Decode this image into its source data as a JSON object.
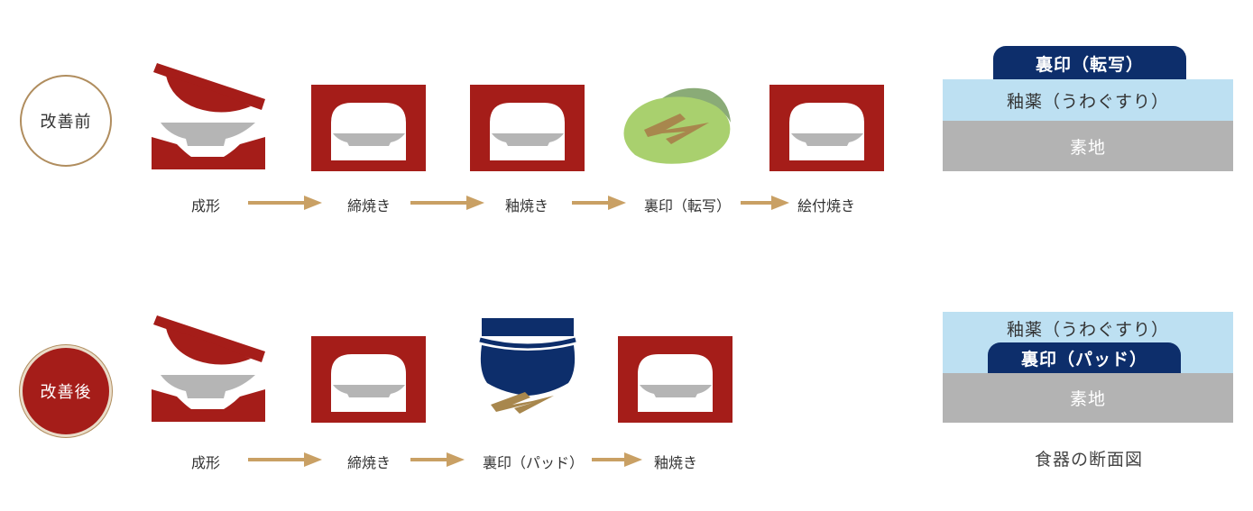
{
  "before": {
    "badge": "改善前",
    "steps": [
      "成形",
      "締焼き",
      "釉焼き",
      "裏印（転写）",
      "絵付焼き"
    ]
  },
  "after": {
    "badge": "改善後",
    "steps": [
      "成形",
      "締焼き",
      "裏印（パッド）",
      "釉焼き"
    ]
  },
  "cross_section_before": {
    "top": "裏印（転写）",
    "middle": "釉薬（うわぐすり）",
    "bottom": "素地"
  },
  "cross_section_after": {
    "top": "釉薬（うわぐすり）",
    "middle": "裏印（パッド）",
    "bottom": "素地"
  },
  "caption": "食器の断面図",
  "colors": {
    "kiln_red": "#a51d19",
    "plate_gray": "#b5b5b5",
    "arrow_gold": "#c9a064",
    "navy": "#0d2e6b",
    "glaze_blue": "#bde0f2",
    "body_gray": "#b3b3b3",
    "decal_green": "#a9d06e"
  }
}
